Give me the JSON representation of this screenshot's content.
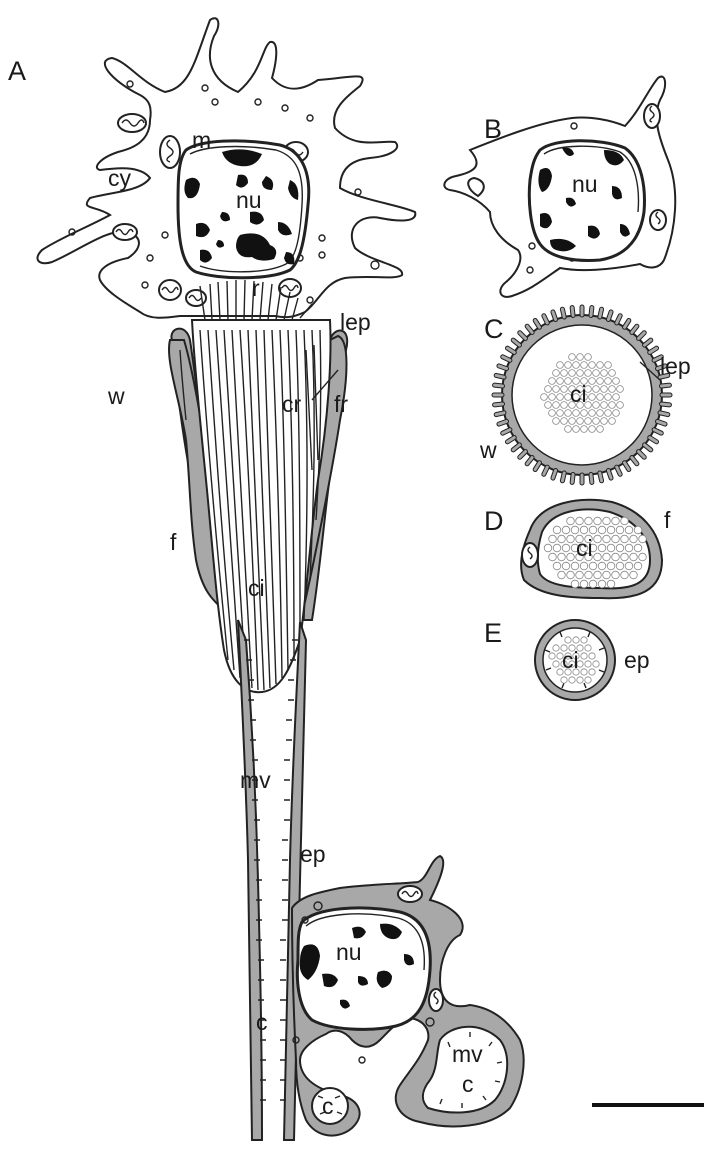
{
  "panels": {
    "a": "A",
    "b": "B",
    "c": "C",
    "d": "D",
    "e": "E"
  },
  "labels": {
    "cy": "cy",
    "m": "m",
    "nu_a": "nu",
    "r": "r",
    "lep_a": "lep",
    "w_a": "w",
    "cr": "cr",
    "fr": "fr",
    "f_a": "f",
    "ci_a": "ci",
    "mv_a": "mv",
    "ep_a": "ep",
    "nu_a2": "nu",
    "c_a": "c",
    "c_a2": "c",
    "mv_a2": "mv",
    "c_a3": "c",
    "nu_b": "nu",
    "ci_c": "ci",
    "lep_c": "lep",
    "w_c": "w",
    "ci_d": "ci",
    "f_d": "f",
    "ci_e": "ci",
    "ep_e": "ep"
  },
  "colors": {
    "tissue_gray": "#a8a8a8",
    "outline": "#222222",
    "chromatin": "#111111",
    "background": "#ffffff"
  },
  "scale_bar": {
    "present": true
  }
}
